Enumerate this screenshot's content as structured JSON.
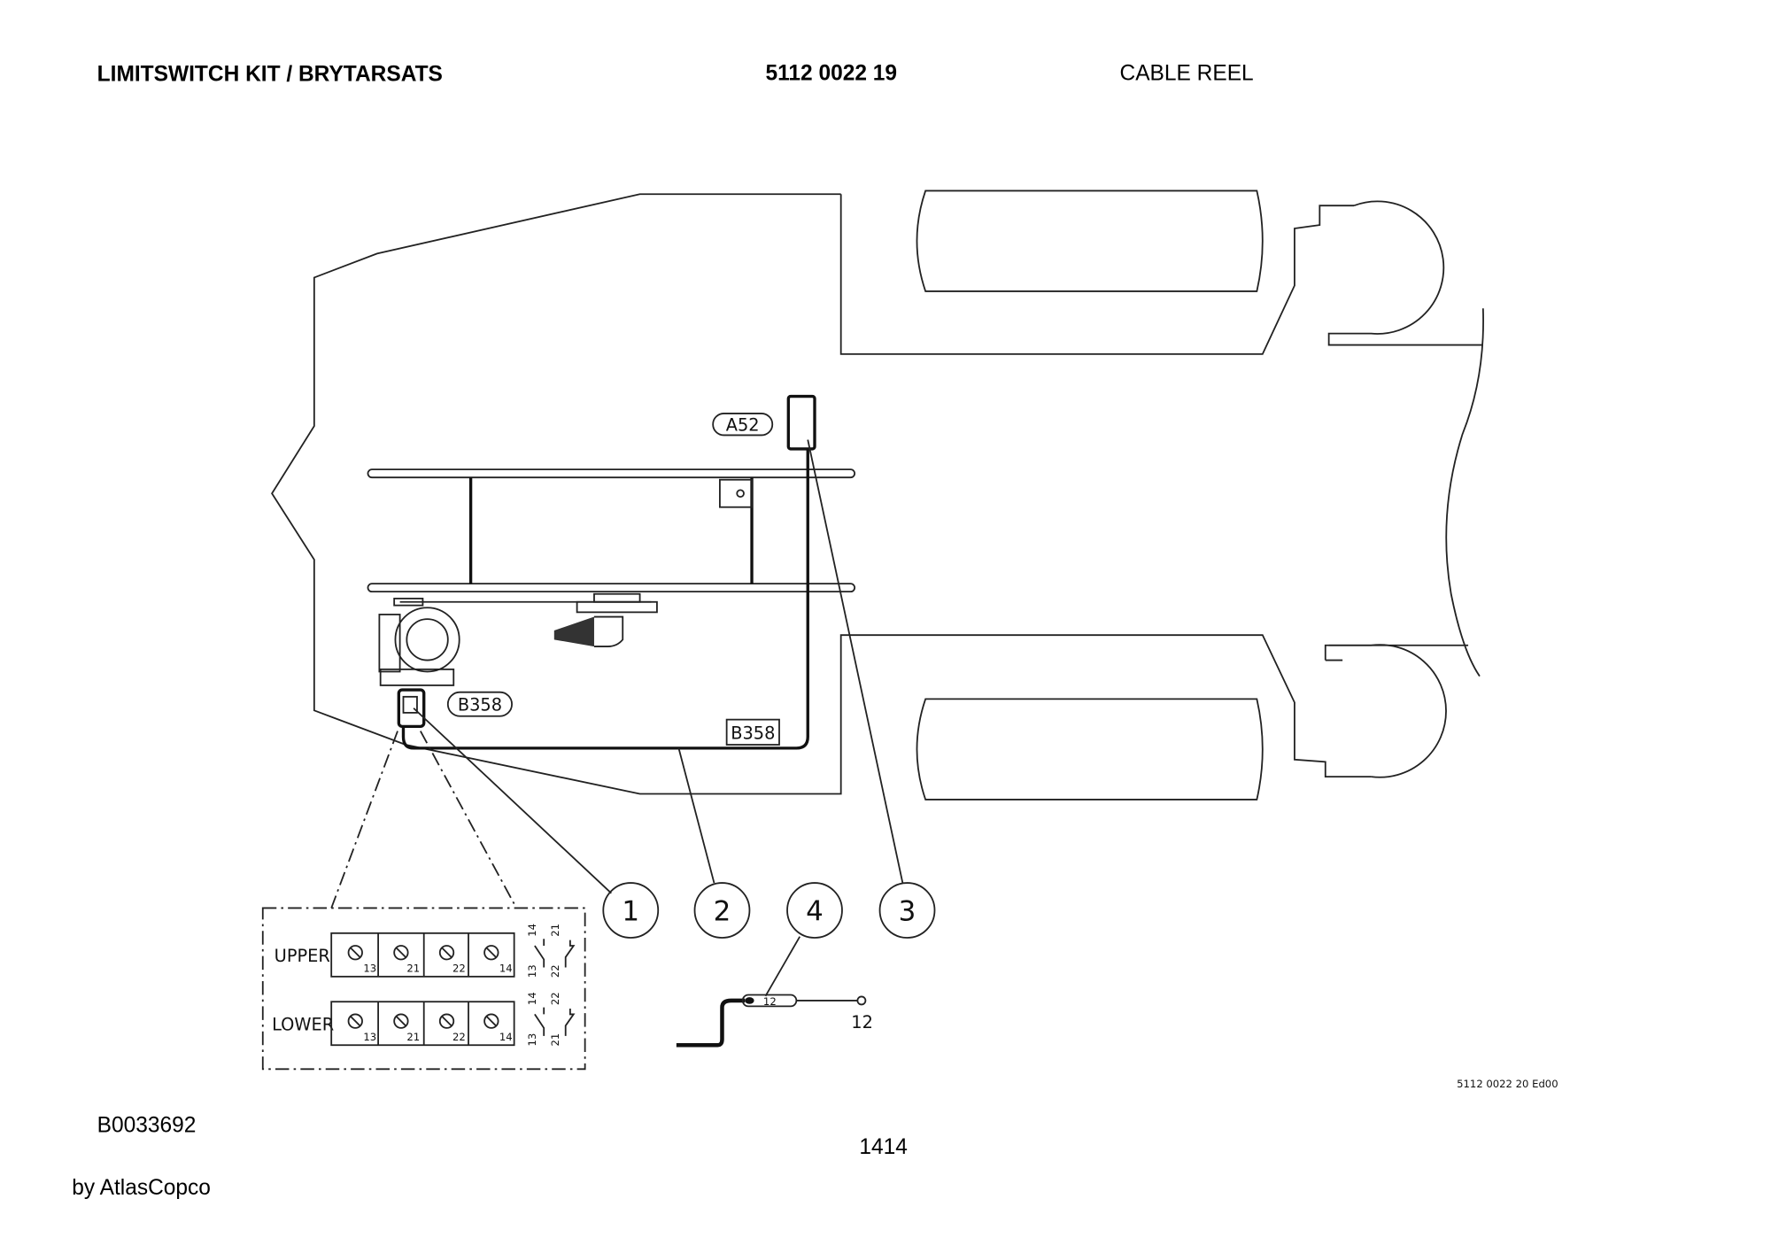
{
  "header": {
    "title": "LIMITSWITCH KIT / BRYTARSATS",
    "part_number": "5112 0022 19",
    "section": "CABLE REEL"
  },
  "diagram": {
    "labels": {
      "a52": "A52",
      "b358_tag": "B358",
      "b358_box": "B358"
    },
    "callouts": [
      "1",
      "2",
      "3",
      "4"
    ],
    "terminal_block": {
      "rows": [
        {
          "label": "UPPER",
          "terminals": [
            "13",
            "21",
            "22",
            "14"
          ],
          "contact_top": [
            "14",
            "21"
          ],
          "contact_bottom": [
            "13",
            "22"
          ]
        },
        {
          "label": "LOWER",
          "terminals": [
            "13",
            "21",
            "22",
            "14"
          ],
          "contact_top": [
            "14",
            "22"
          ],
          "contact_bottom": [
            "13",
            "21"
          ]
        }
      ]
    },
    "cable_marker": "12",
    "cable_end_label": "12",
    "drawing_ref": "5112 0022 20 Ed00"
  },
  "footer": {
    "doc_id": "B0033692",
    "page": "1414",
    "brand": "by AtlasCopco"
  }
}
